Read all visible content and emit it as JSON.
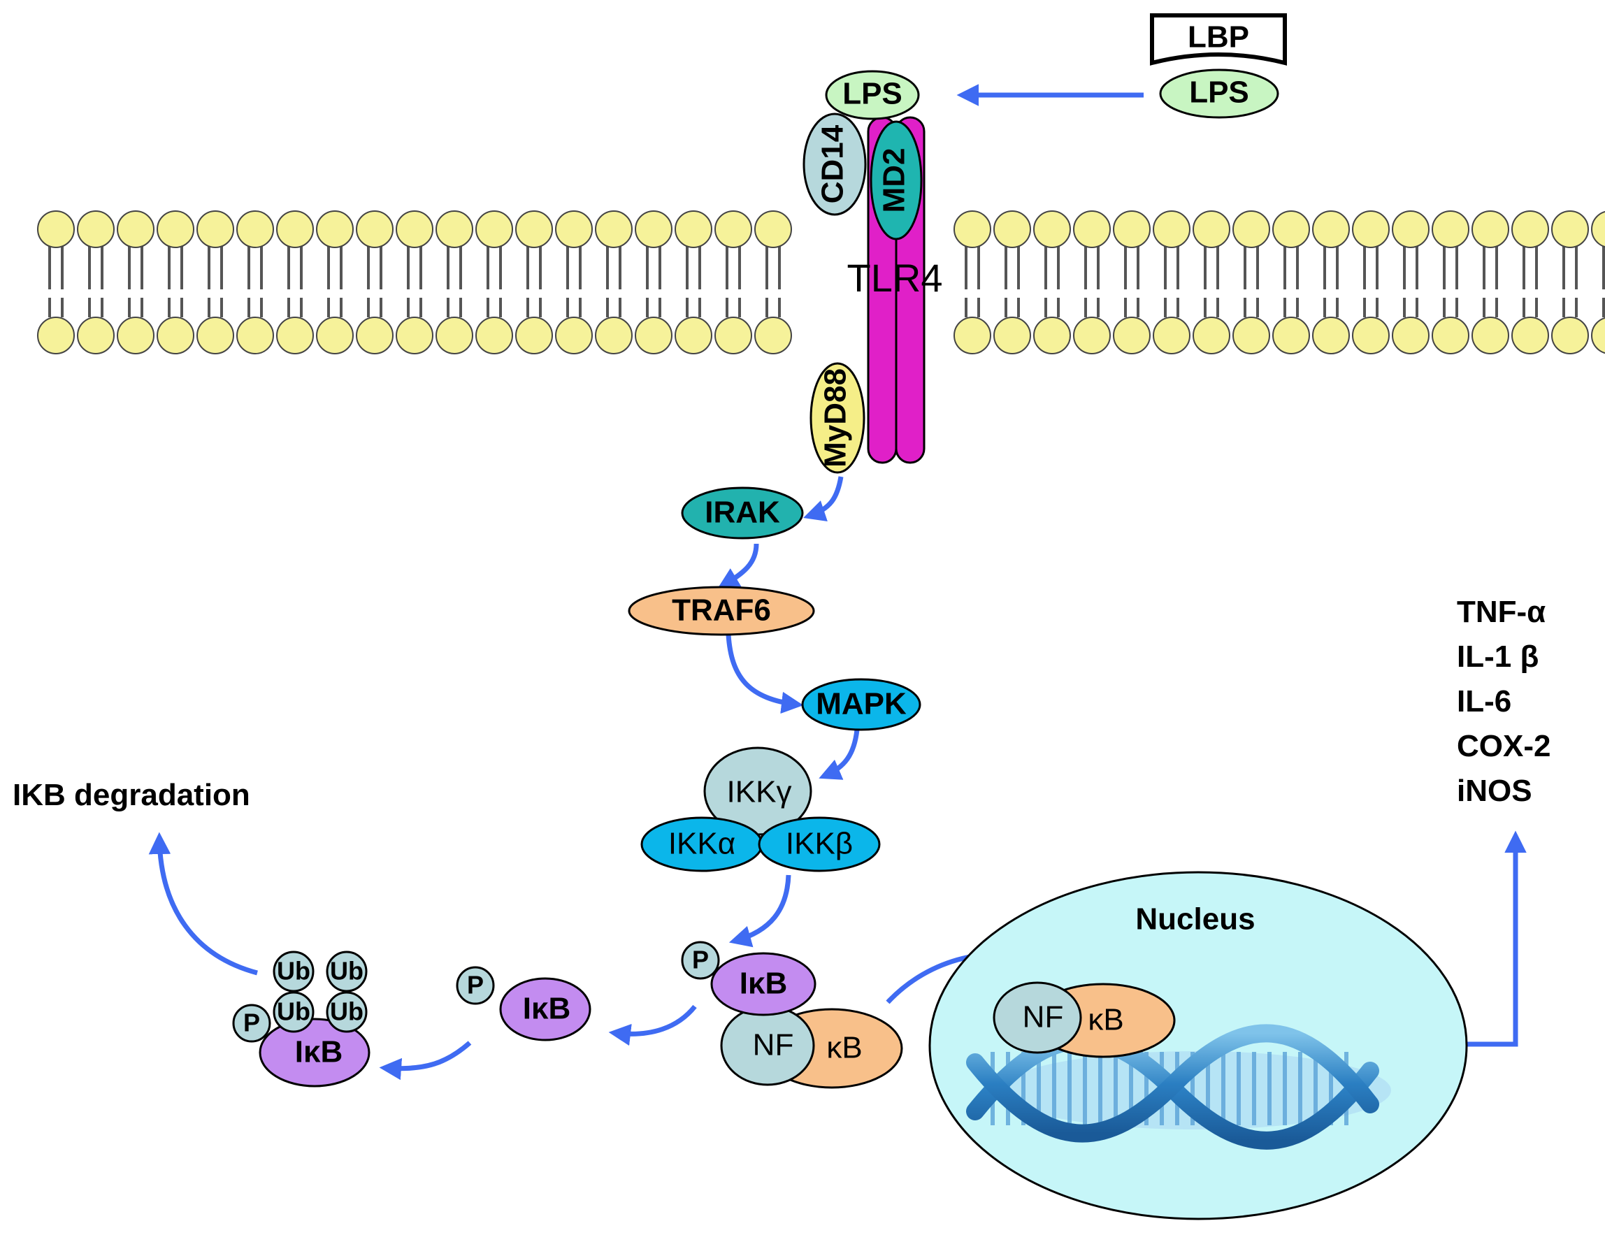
{
  "labels": {
    "lbp": "LBP",
    "lps_bound": "LPS",
    "lps_free": "LPS",
    "cd14": "CD14",
    "md2": "MD2",
    "tlr4": "TLR4",
    "myd88": "MyD88",
    "irak": "IRAK",
    "traf6": "TRAF6",
    "mapk": "MAPK",
    "ikk_gamma": "IKKγ",
    "ikk_alpha": "IKKα",
    "ikk_beta": "IKKβ",
    "p": "P",
    "ikb": "IκB",
    "nfkb_nf": "NF",
    "nfkb_kb": "κB",
    "ub": "Ub",
    "ikb_degradation": "IKB degradation",
    "nucleus": "Nucleus",
    "outputs": [
      "TNF-α",
      "IL-1 β",
      "IL-6",
      "COX-2",
      "iNOS"
    ]
  },
  "colors": {
    "lipid_head": "#f6f29a",
    "lps": "#c8f5c2",
    "cd14": "#b6d8dc",
    "md2": "#1fb5b0",
    "tlr4": "#e020c8",
    "myd88": "#f5ee88",
    "irak": "#22b2ae",
    "traf6": "#f8c08a",
    "kinase_blue": "#0bb6ea",
    "ikk_gamma": "#b6d8dc",
    "ikb": "#c38cf0",
    "nucleus": "#c6f6f8",
    "arrow": "#3f6bf2"
  }
}
